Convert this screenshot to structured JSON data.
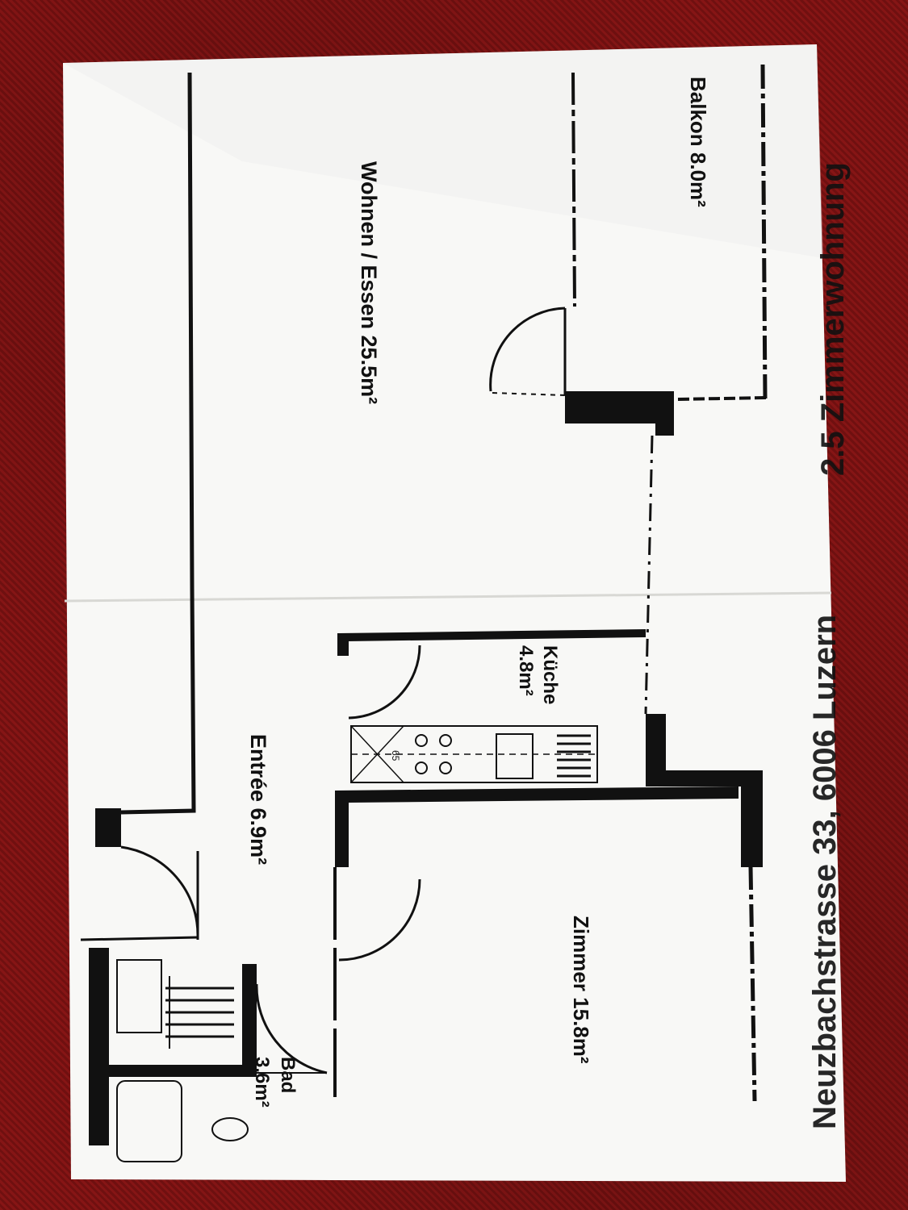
{
  "header": {
    "title_fragment": "2.5 Zimmerwohnung",
    "address_fragment": "Neuzbachstrasse 33, 6006 Luzern"
  },
  "rooms": {
    "balkon": "Balkon 8.0m²",
    "wohnen": "Wohnen / Essen 25.5m²",
    "kueche_name": "Küche",
    "kueche_area": "4.8m²",
    "entree": "Entrée 6.9m²",
    "zimmer": "Zimmer 15.8m²",
    "bad_name": "Bad",
    "bad_area": "3.6m²"
  },
  "annotations": {
    "fridge_mark": "65"
  },
  "colors": {
    "carpet": "#7a1111",
    "paper": "#f8f8f6",
    "walls": "#111111"
  }
}
